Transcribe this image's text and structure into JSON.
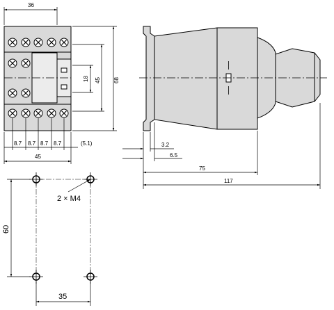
{
  "front_view": {
    "width_top": "36",
    "height": "68",
    "inner_height": "45",
    "center_height": "18",
    "pitch": [
      "8.7",
      "8.7",
      "8.7",
      "8.7"
    ],
    "pitch_extra": "(5.1)",
    "width_bottom": "45"
  },
  "side_view": {
    "rail_offset": "3.2",
    "rail_width": "6.5",
    "depth_body": "75",
    "depth_total": "117"
  },
  "mounting_view": {
    "screw_label": "2 × M4",
    "vertical_spacing": "60",
    "horizontal_spacing": "35"
  }
}
